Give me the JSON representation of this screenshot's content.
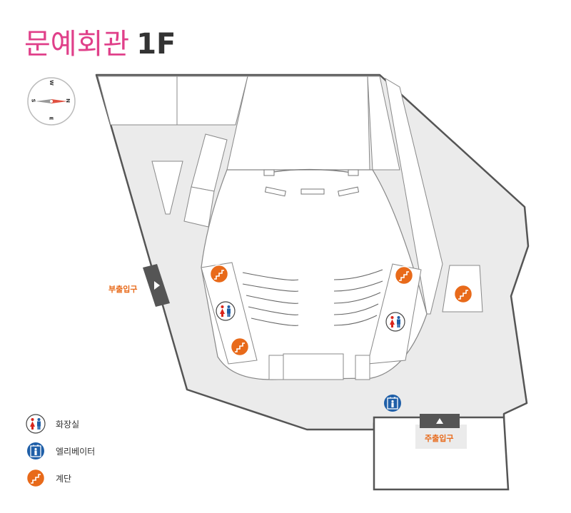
{
  "title": {
    "building": "문예회관",
    "floor": "1F"
  },
  "compass": {
    "north": "N",
    "south": "S",
    "east": "E",
    "west": "W"
  },
  "entrances": {
    "sub": "부출입구",
    "main": "주출입구"
  },
  "legend": [
    {
      "icon": "restroom-icon",
      "label": "화장실"
    },
    {
      "icon": "elevator-icon",
      "label": "엘리베이터"
    },
    {
      "icon": "stairs-icon",
      "label": "계단"
    }
  ],
  "colors": {
    "title_accent": "#e0408a",
    "title_floor": "#333333",
    "floor_fill": "#ebebeb",
    "wall_stroke": "#555555",
    "icon_orange": "#e86a1a",
    "icon_blue": "#1f5fa8",
    "icon_red": "#d9261c",
    "entrance_dark": "#555555",
    "label_orange": "#e86a1a"
  }
}
